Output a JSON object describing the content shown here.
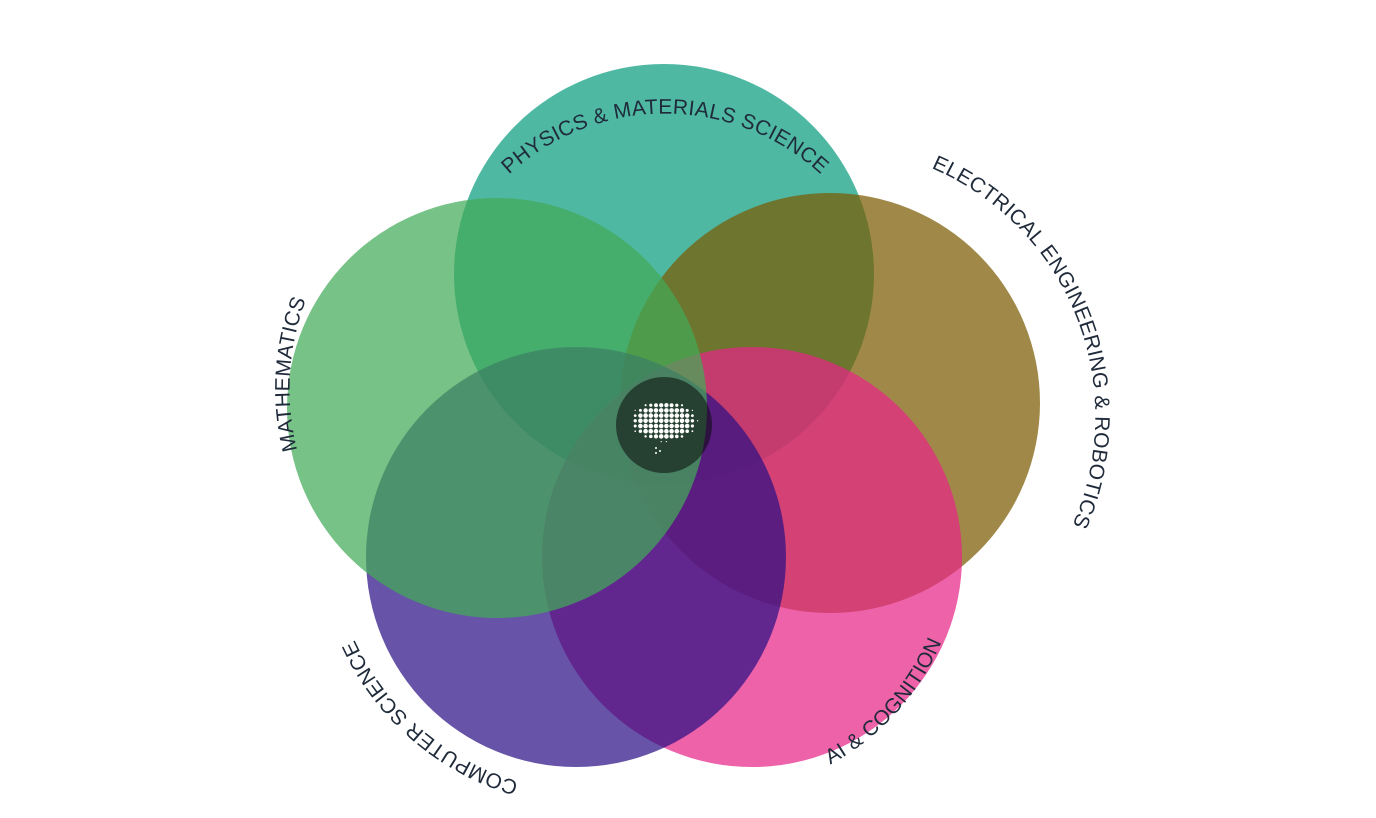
{
  "diagram": {
    "circles": [
      {
        "id": "physics",
        "label": "PHYSICS & MATERIALS SCIENCE",
        "color": "#0a9d80"
      },
      {
        "id": "electrical",
        "label": "ELECTRICAL ENGINEERING & ROBOTICS",
        "color": "#7c5c02"
      },
      {
        "id": "ai",
        "label": "AI & COGNITION",
        "color": "#e62587"
      },
      {
        "id": "cs",
        "label": "COMPUTER SCIENCE",
        "color": "#2d1185"
      },
      {
        "id": "math",
        "label": "MATHEMATICS",
        "color": "#42aa58"
      }
    ],
    "center_icon": "brain-icon"
  }
}
